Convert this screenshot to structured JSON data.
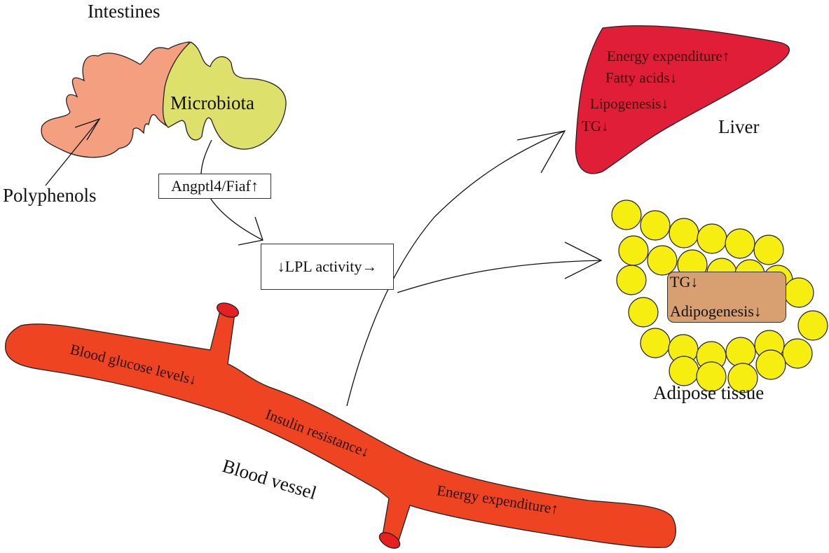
{
  "labels": {
    "intestines": "Intestines",
    "microbiota": "Microbiota",
    "polyphenols": "Polyphenols",
    "liver": "Liver",
    "adipose_tissue": "Adipose tissue",
    "blood_vessel": "Blood vessel"
  },
  "boxes": {
    "angptl4": "Angptl4/Fiaf↑",
    "lpl": "↓LPL activity→"
  },
  "liver_effects": [
    "Energy expenditure↑",
    "Fatty acids↓",
    "Lipogenesis↓",
    "TG↓"
  ],
  "adipose_effects": [
    "TG↓",
    "Adipogenesis↓"
  ],
  "vessel_effects": [
    "Blood glucose levels↓",
    "Insulin resistance↓",
    "Energy expenditure↑"
  ],
  "colors": {
    "intestine": "#f4a080",
    "microbiota": "#dde06a",
    "liver": "#e01e38",
    "vessel": "#ee4422",
    "vessel_end": "#e62020",
    "fat_cell": "#f5ee10",
    "adipose_box": "#d8a070"
  }
}
